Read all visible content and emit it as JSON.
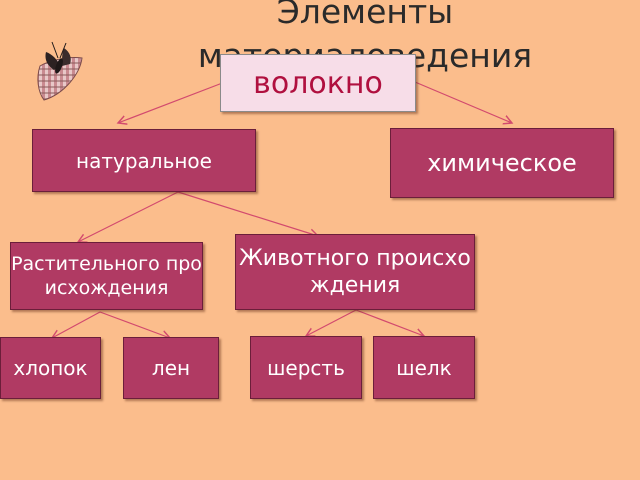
{
  "title": "Элементы материаловедения",
  "root": "волокно",
  "level1": {
    "natural": "натуральное",
    "chemical": "химическое"
  },
  "level2": {
    "plant": "Растительного происхождения",
    "animal": "Животного происхождения"
  },
  "level3": {
    "cotton": "хлопок",
    "flax": "лен",
    "wool": "шерсть",
    "silk": "шелк"
  },
  "colors": {
    "background": "#fbbd8c",
    "node_fill": "#b03a63",
    "root_fill": "#f7dde8",
    "root_text": "#b0103f",
    "connector": "#d24a6e"
  },
  "icons": [
    "butterfly-icon"
  ]
}
